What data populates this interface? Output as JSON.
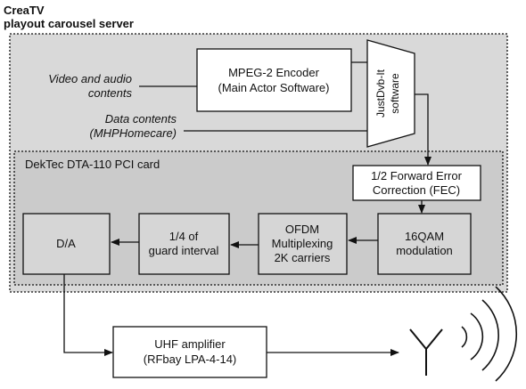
{
  "header": {
    "line1": "CreaTV",
    "line2": "playout carousel server"
  },
  "inputs": {
    "video_line1": "Video and audio",
    "video_line2": "contents",
    "data_line1": "Data contents",
    "data_line2": "(MHPHomecare)"
  },
  "encoder": {
    "line1": "MPEG-2 Encoder",
    "line2": "(Main Actor Software)"
  },
  "justdvb": {
    "line1": "JustDvb-It",
    "line2": "software"
  },
  "card": {
    "title": "DekTec DTA-110 PCI card"
  },
  "fec": {
    "line1": "1/2 Forward Error",
    "line2": "Correction (FEC)"
  },
  "qam": {
    "line1": "16QAM",
    "line2": "modulation"
  },
  "ofdm": {
    "line1": "OFDM",
    "line2": "Multiplexing",
    "line3": "2K carriers"
  },
  "guard": {
    "line1": "1/4 of",
    "line2": "guard interval"
  },
  "da": {
    "label": "D/A"
  },
  "amplifier": {
    "line1": "UHF amplifier",
    "line2": "(RFbay LPA-4-14)"
  },
  "colors": {
    "server_fill": "#d9d9d9",
    "card_fill": "#c9c9c9",
    "block_fill": "#d6d6d6",
    "white_block": "#ffffff",
    "line": "#111111"
  }
}
